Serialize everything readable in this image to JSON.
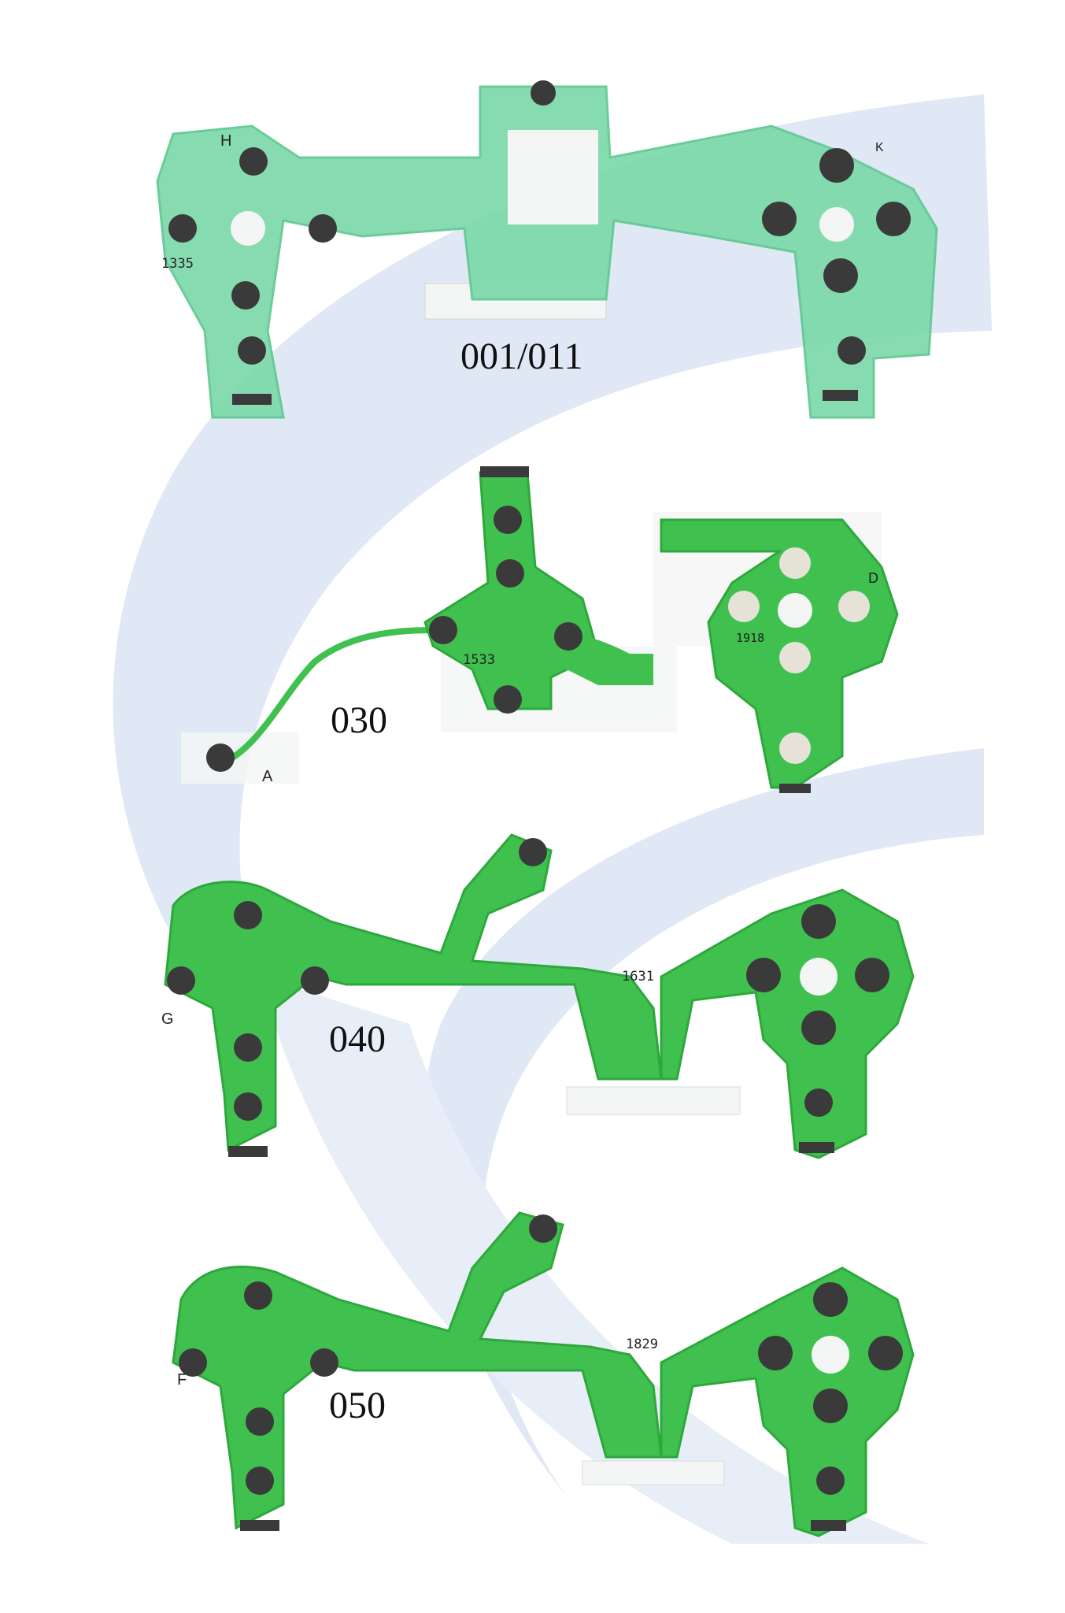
{
  "colors": {
    "background_swoosh": "#dfe8f4",
    "ribbon_light": "#7ad9a8",
    "ribbon_light_edge": "#5cc790",
    "ribbon_green": "#3fc04f",
    "ribbon_green_edge": "#2ea83c",
    "contact_pad": "#3a3a3a",
    "film_clear": "#f4f6f5"
  },
  "ribbons": [
    {
      "model": "001/011",
      "letter": "H",
      "code": "1335",
      "right_letter": "K"
    },
    {
      "model": "030",
      "letter": "A",
      "code": "1533",
      "right_letter": "D",
      "right_code": "1918"
    },
    {
      "model": "040",
      "letter": "G",
      "code": "1631"
    },
    {
      "model": "050",
      "letter": "F",
      "code": "1829"
    }
  ]
}
